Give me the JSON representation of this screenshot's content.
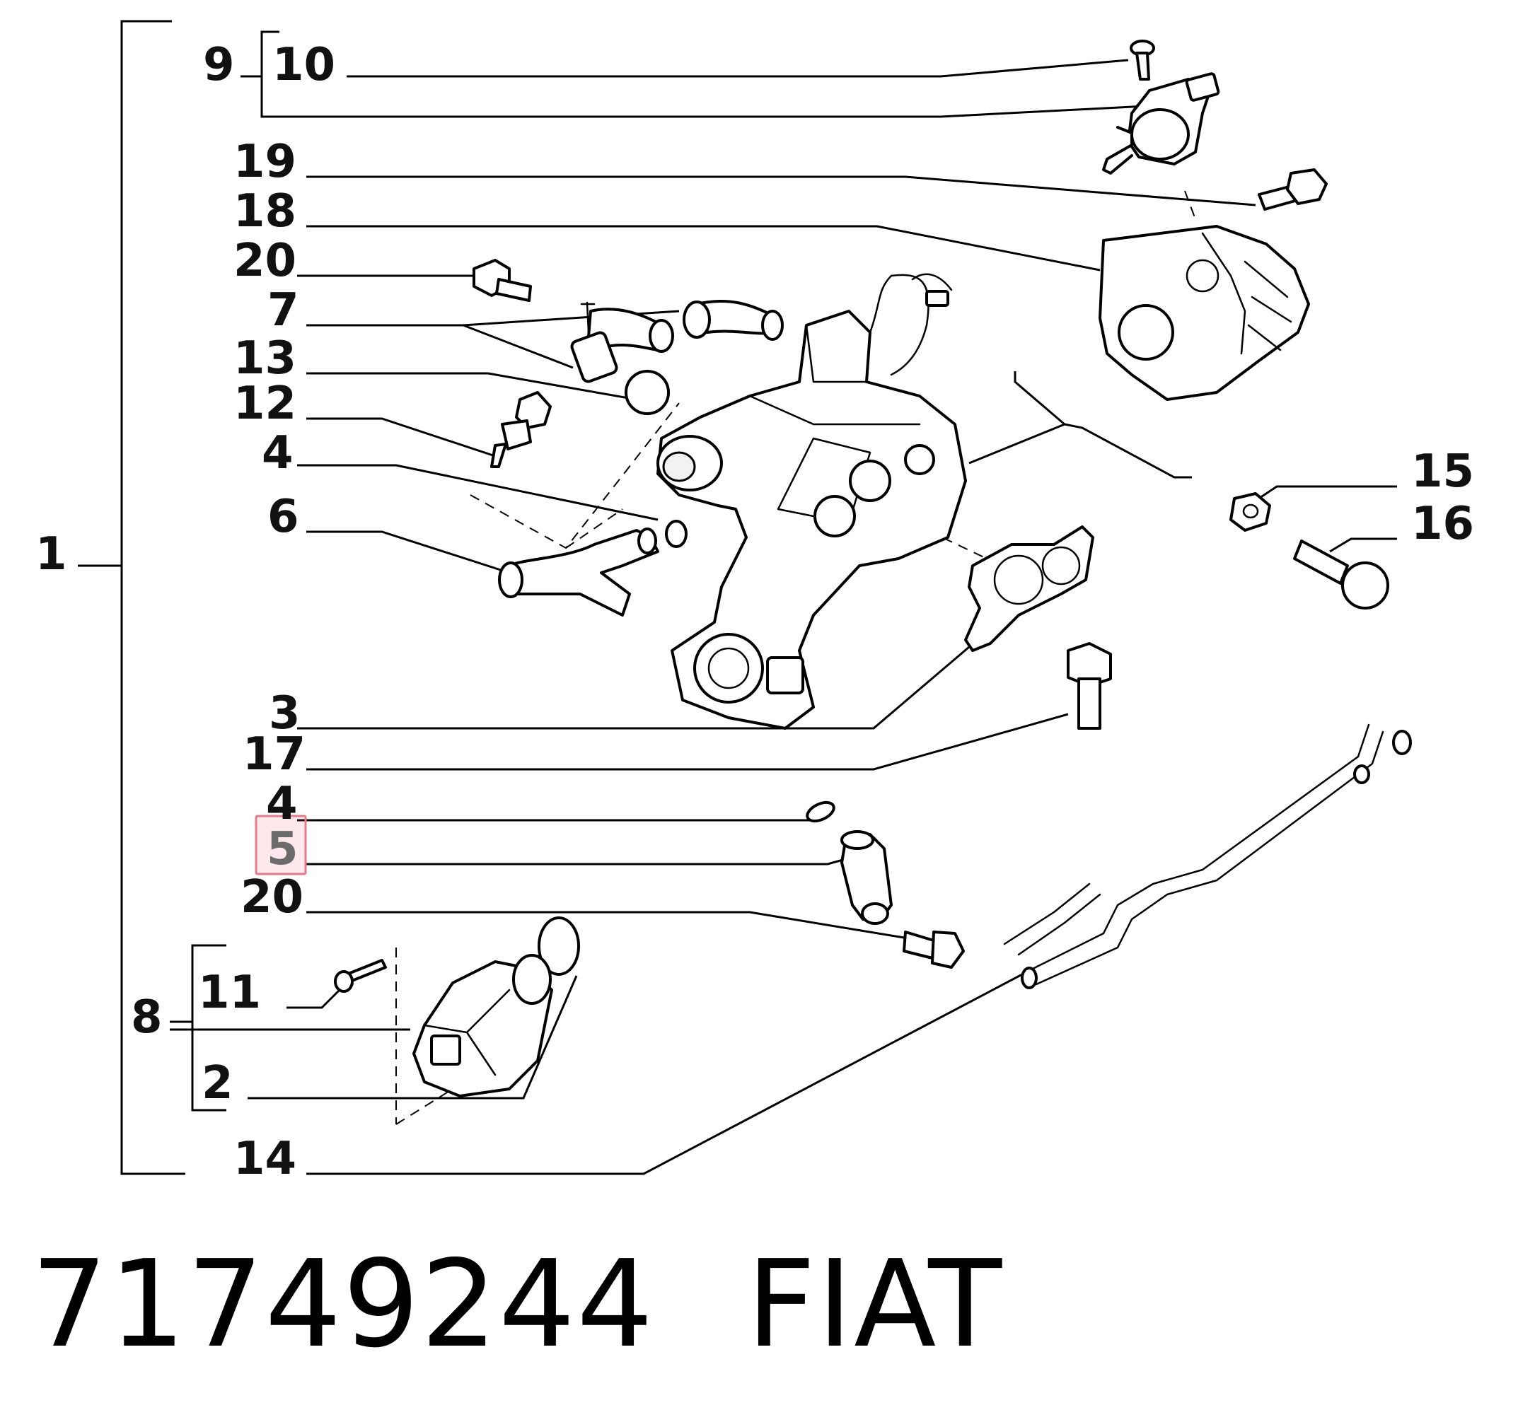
{
  "diagram": {
    "callouts": {
      "c1": "1",
      "c9": "9",
      "c10": "10",
      "c19": "19",
      "c18": "18",
      "c20a": "20",
      "c7": "7",
      "c13": "13",
      "c12": "12",
      "c4a": "4",
      "c6": "6",
      "c15": "15",
      "c16": "16",
      "c3": "3",
      "c17": "17",
      "c4b": "4",
      "c5": "5",
      "c20b": "20",
      "c11": "11",
      "c8": "8",
      "c2": "2",
      "c14": "14"
    },
    "highlighted_callout": "5",
    "highlight_color": "#e37b8b"
  },
  "footer": {
    "part_number": "71749244",
    "brand": "FIAT"
  }
}
